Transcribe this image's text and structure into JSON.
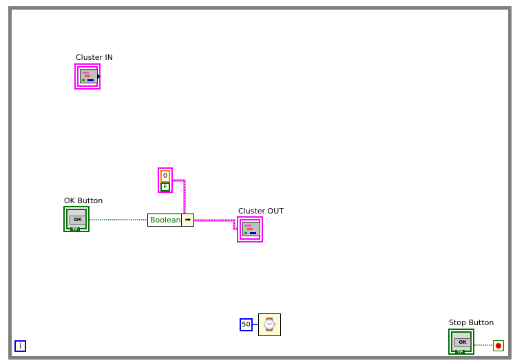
{
  "terminals": {
    "cluster_in": {
      "label": "Cluster IN"
    },
    "ok_button": {
      "label": "OK Button",
      "button_text": "OK",
      "type_tag": "TF"
    },
    "cluster_out": {
      "label": "Cluster OUT"
    },
    "stop_button": {
      "label": "Stop Button",
      "button_text": "OK",
      "type_tag": "TF"
    }
  },
  "cluster_constant": {
    "numeric": "0",
    "boolean": "F"
  },
  "bundle_by_name": {
    "element": "Boolean"
  },
  "wait": {
    "ms": "50"
  },
  "info": {
    "glyph": "i"
  },
  "colors": {
    "cluster": "#ff00ff",
    "boolean": "#007000",
    "numeric": "#0000ff",
    "loop": "#808080"
  }
}
